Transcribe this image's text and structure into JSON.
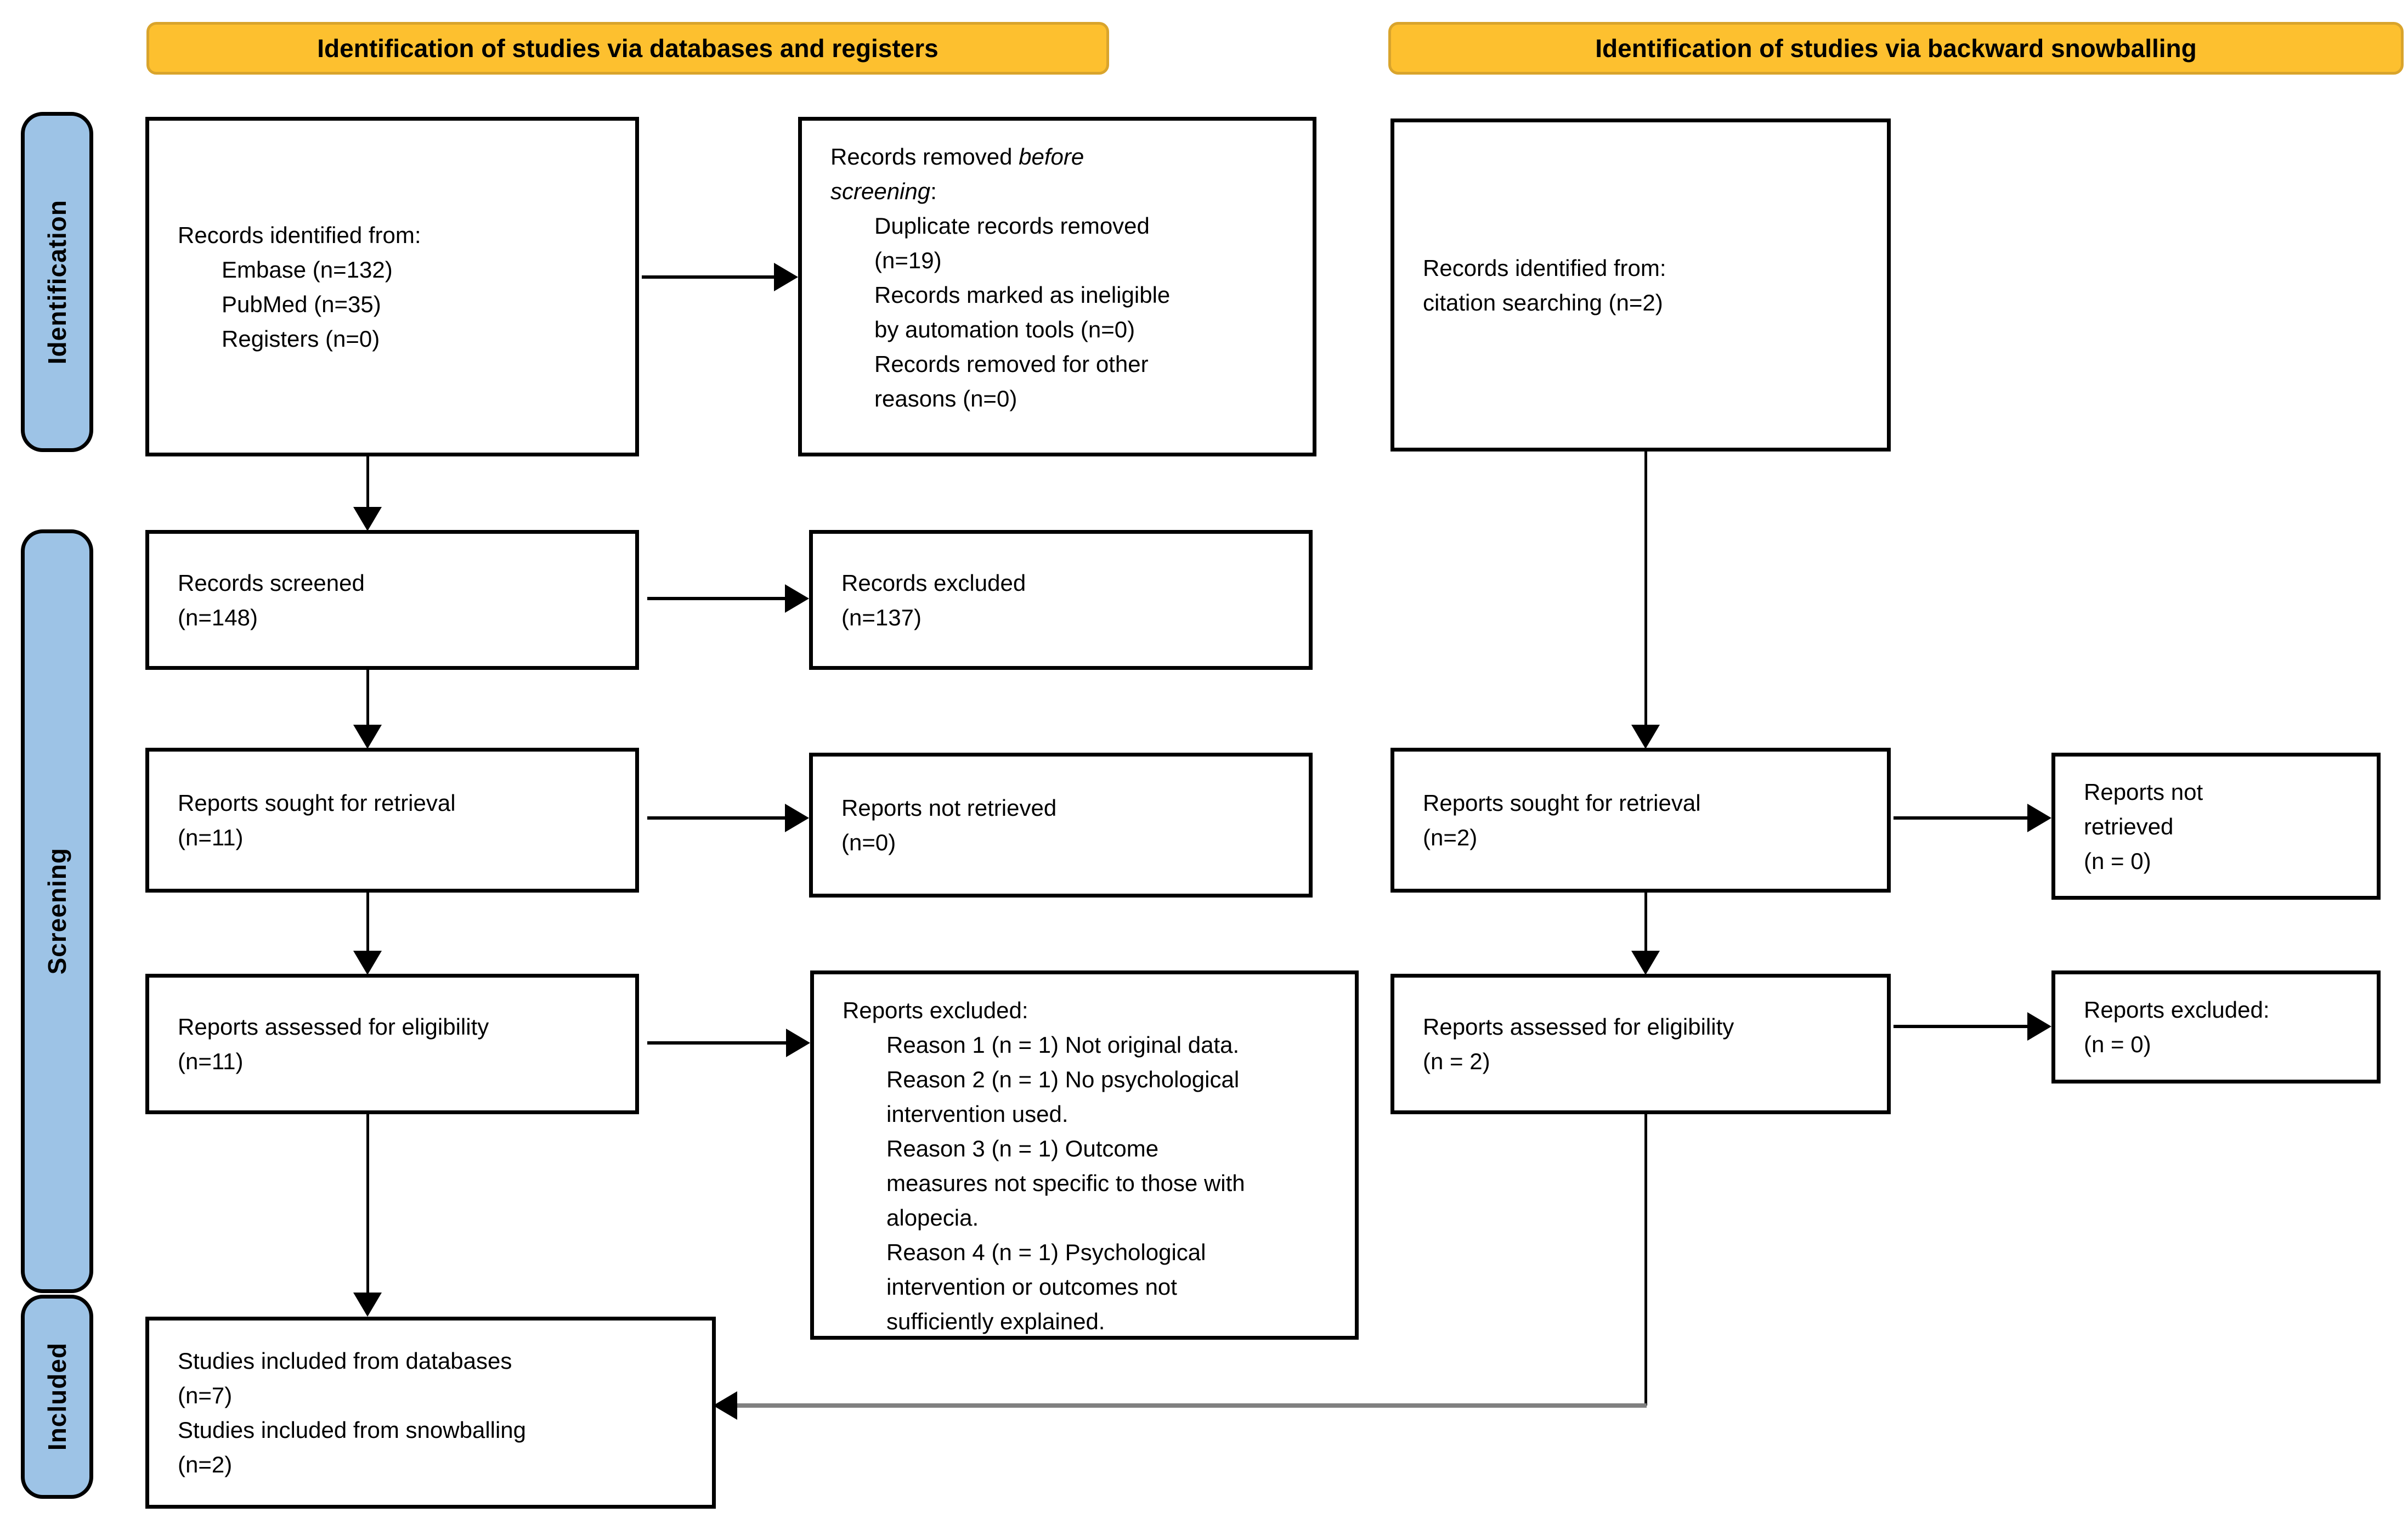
{
  "banners": {
    "left": "Identification of studies via databases and registers",
    "right": "Identification of studies via backward snowballing"
  },
  "stage_labels": {
    "identification": "Identification",
    "screening": "Screening",
    "included": "Included"
  },
  "colors": {
    "banner_fill": "#FDC02F",
    "banner_border": "#D9A42C",
    "stage_fill": "#9DC3E6",
    "box_border": "#000000",
    "connector": "#000000",
    "included_connector": "#808080"
  },
  "boxes": {
    "db_identified": {
      "lines": [
        {
          "t": "Records identified from:"
        },
        {
          "t": "Embase (n=132)",
          "indent": 1
        },
        {
          "t": "PubMed (n=35)",
          "indent": 1
        },
        {
          "t": "Registers (n=0)",
          "indent": 1
        }
      ]
    },
    "removed_before_screening": {
      "lines": [
        {
          "runs": [
            {
              "t": "Records removed "
            },
            {
              "t": "before",
              "italic": true
            }
          ]
        },
        {
          "runs": [
            {
              "t": "screening",
              "italic": true
            },
            {
              "t": ":"
            }
          ]
        },
        {
          "t": "Duplicate records removed",
          "indent": 1
        },
        {
          "t": "(n=19)",
          "indent": 1
        },
        {
          "t": "Records marked as ineligible",
          "indent": 1
        },
        {
          "t": "by automation tools (n=0)",
          "indent": 1
        },
        {
          "t": "Records removed for other",
          "indent": 1
        },
        {
          "t": "reasons (n=0)",
          "indent": 1
        }
      ]
    },
    "citation_identified": {
      "lines": [
        {
          "t": "Records identified from:"
        },
        {
          "t": "citation searching (n=2)"
        }
      ]
    },
    "records_screened": {
      "lines": [
        {
          "t": "Records screened"
        },
        {
          "t": "(n=148)"
        }
      ]
    },
    "records_excluded": {
      "lines": [
        {
          "t": "Records excluded"
        },
        {
          "t": "(n=137)"
        }
      ]
    },
    "reports_sought_db": {
      "lines": [
        {
          "t": "Reports sought for retrieval"
        },
        {
          "t": "(n=11)"
        }
      ]
    },
    "reports_not_retrieved_db": {
      "lines": [
        {
          "t": "Reports not retrieved"
        },
        {
          "t": "(n=0)"
        }
      ]
    },
    "reports_assessed_db": {
      "lines": [
        {
          "t": "Reports assessed for eligibility"
        },
        {
          "t": "(n=11)"
        }
      ]
    },
    "reports_excluded_reasons": {
      "lines": [
        {
          "t": "Reports excluded:"
        },
        {
          "t": "Reason 1 (n = 1) Not original data.",
          "indent": 1
        },
        {
          "t": "Reason 2 (n = 1) No psychological",
          "indent": 1
        },
        {
          "t": "intervention used.",
          "indent": 1
        },
        {
          "t": "Reason 3 (n = 1) Outcome",
          "indent": 1
        },
        {
          "t": "measures not specific to those with",
          "indent": 1
        },
        {
          "t": "alopecia.",
          "indent": 1
        },
        {
          "t": "Reason 4 (n = 1) Psychological",
          "indent": 1
        },
        {
          "t": "intervention or outcomes not",
          "indent": 1
        },
        {
          "t": "sufficiently explained.",
          "indent": 1
        }
      ]
    },
    "reports_sought_sb": {
      "lines": [
        {
          "t": "Reports sought for retrieval"
        },
        {
          "t": "(n=2)"
        }
      ]
    },
    "reports_not_retrieved_sb": {
      "lines": [
        {
          "t": "Reports not"
        },
        {
          "t": "retrieved"
        },
        {
          "t": "(n = 0)"
        }
      ]
    },
    "reports_assessed_sb": {
      "lines": [
        {
          "t": "Reports assessed for eligibility"
        },
        {
          "t": "(n = 2)"
        }
      ]
    },
    "reports_excluded_sb": {
      "lines": [
        {
          "t": "Reports excluded:"
        },
        {
          "t": "(n = 0)"
        }
      ]
    },
    "included_studies": {
      "lines": [
        {
          "t": "Studies included from databases"
        },
        {
          "t": "(n=7)"
        },
        {
          "t": "Studies included from snowballing"
        },
        {
          "t": "(n=2)"
        }
      ]
    }
  }
}
